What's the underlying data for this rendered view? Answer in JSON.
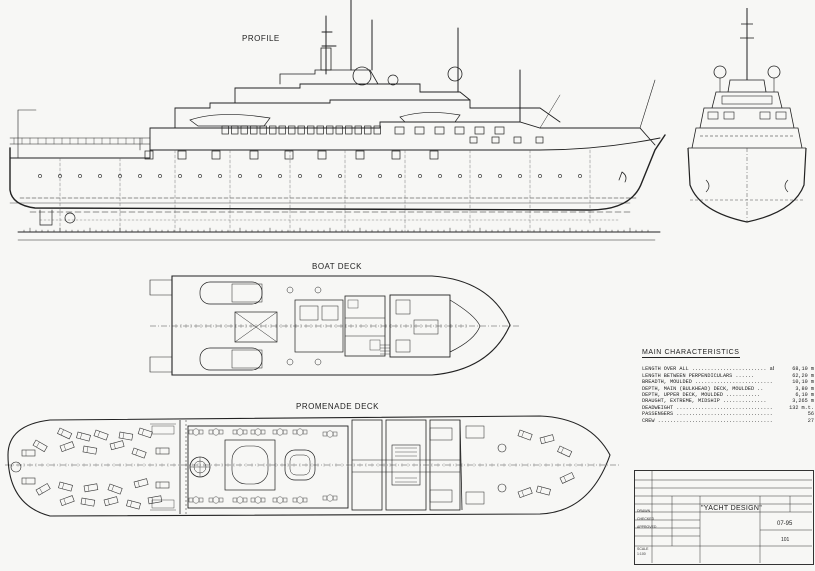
{
  "drawing": {
    "views": {
      "profile": "PROFILE",
      "boat_deck": "BOAT DECK",
      "promenade_deck": "PROMENADE DECK"
    },
    "main_characteristics": {
      "title": "MAIN CHARACTERISTICS",
      "rows": [
        {
          "label": "LENGTH OVER ALL ........................ abt.",
          "value": "68,10 m"
        },
        {
          "label": "LENGTH BETWEEN PERPENDICULARS ......",
          "value": "62,20 m"
        },
        {
          "label": "BREADTH, MOULDED .........................",
          "value": "10,10 m"
        },
        {
          "label": "DEPTH, MAIN (BULKHEAD) DECK, MOULDED ..",
          "value": "3,80 m"
        },
        {
          "label": "DEPTH, UPPER DECK, MOULDED ...........",
          "value": "6,10 m"
        },
        {
          "label": "DRAUGHT, EXTREME, MIDSHIP ..............",
          "value": "3,265 m"
        },
        {
          "label": "DEADWEIGHT ..................................",
          "value": "132 m.t."
        },
        {
          "label": "PASSENGERS ..................................",
          "value": "56"
        },
        {
          "label": "CREW .............................................",
          "value": "27"
        }
      ]
    },
    "title_block": {
      "project": "\"YACHT DESIGN\"",
      "number": "07-95",
      "sheet": "101",
      "scale_label": "SCALE",
      "scale": "1:100",
      "rows": [
        "DRAWN",
        "CHECKED",
        "APPROVED"
      ]
    },
    "colors": {
      "paper": "#f7f7f5",
      "ink": "#1a1a1a",
      "faint": "#777777"
    }
  }
}
